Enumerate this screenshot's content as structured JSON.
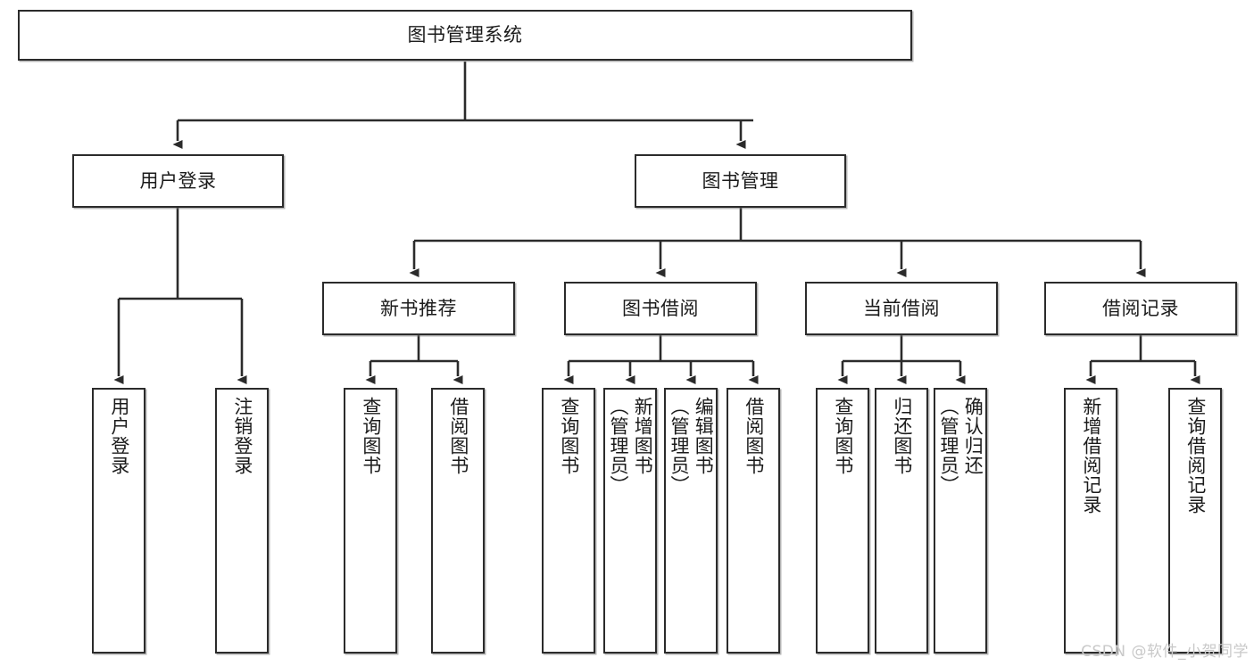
{
  "diagram": {
    "type": "tree-hierarchy",
    "title": "图书管理系统",
    "orientation": "top-down",
    "colors": {
      "box_border": "#2b2b2b",
      "box_fill": "#ffffff",
      "connector": "#2b2b2b",
      "text": "#1b1b1b",
      "watermark": "#c9c9c9"
    },
    "nodes": {
      "root": {
        "id": "root",
        "label": "图书管理系统",
        "level": 0
      },
      "level1": [
        {
          "id": "user-login",
          "label": "用户登录",
          "level": 1
        },
        {
          "id": "book-manage",
          "label": "图书管理",
          "level": 1
        }
      ],
      "level2": [
        {
          "id": "new-book-rec",
          "label": "新书推荐",
          "level": 2,
          "parent": "book-manage"
        },
        {
          "id": "book-borrow",
          "label": "图书借阅",
          "level": 2,
          "parent": "book-manage"
        },
        {
          "id": "current-borrow",
          "label": "当前借阅",
          "level": 2,
          "parent": "book-manage"
        },
        {
          "id": "borrow-record",
          "label": "借阅记录",
          "level": 2,
          "parent": "book-manage"
        }
      ],
      "leaves": [
        {
          "id": "leaf-user-login",
          "label": "用户登录",
          "parent": "user-login"
        },
        {
          "id": "leaf-user-logout",
          "label": "注销登录",
          "parent": "user-login"
        },
        {
          "id": "leaf-rec-query",
          "label": "查询图书",
          "parent": "new-book-rec"
        },
        {
          "id": "leaf-rec-borrow",
          "label": "借阅图书",
          "parent": "new-book-rec"
        },
        {
          "id": "leaf-borrow-query",
          "label": "查询图书",
          "parent": "book-borrow"
        },
        {
          "id": "leaf-borrow-add",
          "label": "新增图书\n（管理员）",
          "parent": "book-borrow"
        },
        {
          "id": "leaf-borrow-edit",
          "label": "编辑图书\n（管理员）",
          "parent": "book-borrow"
        },
        {
          "id": "leaf-borrow-lend",
          "label": "借阅图书",
          "parent": "book-borrow"
        },
        {
          "id": "leaf-cur-query",
          "label": "查询图书",
          "parent": "current-borrow"
        },
        {
          "id": "leaf-cur-return",
          "label": "归还图书",
          "parent": "current-borrow"
        },
        {
          "id": "leaf-cur-confirm",
          "label": "确认归还\n（管理员）",
          "parent": "current-borrow"
        },
        {
          "id": "leaf-rec-add",
          "label": "新增借阅记录",
          "parent": "borrow-record"
        },
        {
          "id": "leaf-rec-query-record",
          "label": "查询借阅记录",
          "parent": "borrow-record"
        }
      ]
    },
    "watermark": "CSDN @软件_小贺同学"
  }
}
